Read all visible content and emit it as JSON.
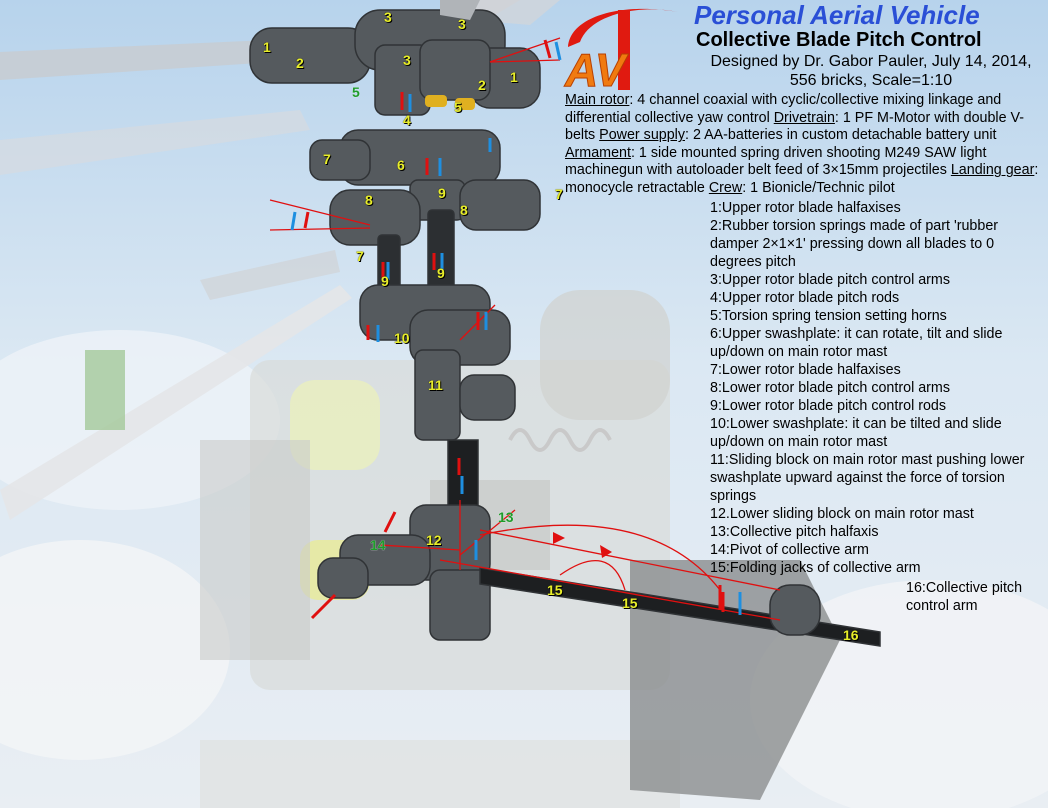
{
  "header": {
    "title": "Personal Aerial Vehicle",
    "subtitle": "Collective Blade Pitch Control",
    "credit": "Designed by Dr. Gabor Pauler, July 14, 2014, 556 bricks, Scale=1:10",
    "logo_text": "AV"
  },
  "specs": [
    {
      "label": "Main rotor",
      "text": ": 4 channel coaxial with cyclic/collective mixing linkage and differential collective yaw control "
    },
    {
      "label": "Drivetrain",
      "text": ": 1 PF M-Motor with double V-belts "
    },
    {
      "label": "Power supply",
      "text": ": 2 AA-batteries in custom detachable battery unit "
    },
    {
      "label": "Armament",
      "text": ": 1 side mounted spring driven shooting M249 SAW light machinegun with autoloader belt feed of 3×15mm projectiles "
    },
    {
      "label": "Landing gear",
      "text": ": monocycle retractable "
    },
    {
      "label": "Crew",
      "text": ": 1 Bionicle/Technic pilot"
    }
  ],
  "legend": [
    "1:Upper rotor blade halfaxises",
    "2:Rubber torsion springs made of part 'rubber damper 2×1×1' pressing down all blades to 0 degrees pitch",
    "3:Upper rotor blade pitch control arms",
    "4:Upper rotor blade pitch rods",
    "5:Torsion spring tension setting horns",
    "6:Upper swashplate: it can rotate, tilt and slide up/down on main rotor mast",
    "7:Lower rotor blade halfaxises",
    "8:Lower rotor blade pitch control arms",
    "9:Lower rotor blade pitch control rods",
    "10:Lower swashplate: it can be tilted and slide up/down on main rotor mast",
    "11:Sliding block on main rotor mast pushing lower swashplate upward against the force of torsion springs",
    "12.Lower sliding block on main rotor mast",
    "13:Collective pitch halfaxis",
    "14:Pivot of collective arm",
    "15:Folding jacks of collective arm"
  ],
  "legend_16": "16:Collective pitch control arm",
  "callouts": [
    {
      "id": "1",
      "color": "yellow"
    },
    {
      "id": "2",
      "color": "yellow"
    },
    {
      "id": "3",
      "color": "yellow"
    },
    {
      "id": "3",
      "color": "yellow"
    },
    {
      "id": "3",
      "color": "yellow"
    },
    {
      "id": "2",
      "color": "yellow"
    },
    {
      "id": "1",
      "color": "yellow"
    },
    {
      "id": "5",
      "color": "green"
    },
    {
      "id": "4",
      "color": "yellow"
    },
    {
      "id": "5",
      "color": "yellow"
    },
    {
      "id": "7",
      "color": "yellow"
    },
    {
      "id": "6",
      "color": "yellow"
    },
    {
      "id": "7",
      "color": "yellow"
    },
    {
      "id": "8",
      "color": "yellow"
    },
    {
      "id": "9",
      "color": "yellow"
    },
    {
      "id": "8",
      "color": "yellow"
    },
    {
      "id": "7",
      "color": "yellow"
    },
    {
      "id": "9",
      "color": "yellow"
    },
    {
      "id": "9",
      "color": "yellow"
    },
    {
      "id": "10",
      "color": "yellow"
    },
    {
      "id": "11",
      "color": "yellow"
    },
    {
      "id": "12",
      "color": "yellow"
    },
    {
      "id": "13",
      "color": "green"
    },
    {
      "id": "14",
      "color": "green"
    },
    {
      "id": "15",
      "color": "yellow"
    },
    {
      "id": "15",
      "color": "yellow"
    },
    {
      "id": "16",
      "color": "yellow"
    }
  ],
  "colors": {
    "title": "#2a4fd6",
    "callout": "#e8ee2a",
    "callout_alt": "#1e9c2a",
    "annotation_red": "#e01010",
    "annotation_blue": "#1e8fe0",
    "logo_red": "#e01a10",
    "logo_orange": "#f07a10"
  }
}
